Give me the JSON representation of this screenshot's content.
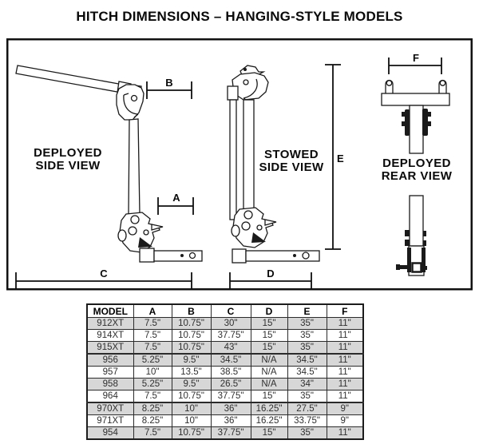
{
  "title": "HITCH DIMENSIONS – HANGING-STYLE MODELS",
  "diagram": {
    "deployed_side": {
      "line1": "DEPLOYED",
      "line2": "SIDE VIEW"
    },
    "stowed_side": {
      "line1": "STOWED",
      "line2": "SIDE VIEW"
    },
    "deployed_rear": {
      "line1": "DEPLOYED",
      "line2": "REAR VIEW"
    },
    "dims": {
      "a": "A",
      "b": "B",
      "c": "C",
      "d": "D",
      "e": "E",
      "f": "F"
    }
  },
  "table": {
    "columns": [
      "MODEL",
      "A",
      "B",
      "C",
      "D",
      "E",
      "F"
    ],
    "rows": [
      {
        "model": "912XT",
        "a": "7.5\"",
        "b": "10.75\"",
        "c": "30\"",
        "d": "15\"",
        "e": "35\"",
        "f": "11\""
      },
      {
        "model": "914XT",
        "a": "7.5\"",
        "b": "10.75\"",
        "c": "37.75\"",
        "d": "15\"",
        "e": "35\"",
        "f": "11\""
      },
      {
        "model": "915XT",
        "a": "7.5\"",
        "b": "10.75\"",
        "c": "43\"",
        "d": "15\"",
        "e": "35\"",
        "f": "11\""
      },
      {
        "model": "956",
        "a": "5.25\"",
        "b": "9.5\"",
        "c": "34.5\"",
        "d": "N/A",
        "e": "34.5\"",
        "f": "11\""
      },
      {
        "model": "957",
        "a": "10\"",
        "b": "13.5\"",
        "c": "38.5\"",
        "d": "N/A",
        "e": "34.5\"",
        "f": "11\""
      },
      {
        "model": "958",
        "a": "5.25\"",
        "b": "9.5\"",
        "c": "26.5\"",
        "d": "N/A",
        "e": "34\"",
        "f": "11\""
      },
      {
        "model": "964",
        "a": "7.5\"",
        "b": "10.75\"",
        "c": "37.75\"",
        "d": "15\"",
        "e": "35\"",
        "f": "11\""
      },
      {
        "model": "970XT",
        "a": "8.25\"",
        "b": "10\"",
        "c": "36\"",
        "d": "16.25\"",
        "e": "27.5\"",
        "f": "9\""
      },
      {
        "model": "971XT",
        "a": "8.25\"",
        "b": "10\"",
        "c": "36\"",
        "d": "16.25\"",
        "e": "33.75\"",
        "f": "9\""
      },
      {
        "model": "954",
        "a": "7.5\"",
        "b": "10.75\"",
        "c": "37.75\"",
        "d": "15\"",
        "e": "35\"",
        "f": "11\""
      }
    ]
  },
  "colors": {
    "line": "#1a1a1a",
    "row_shade": "#d7d7d7",
    "text": "#0a0a0a"
  }
}
